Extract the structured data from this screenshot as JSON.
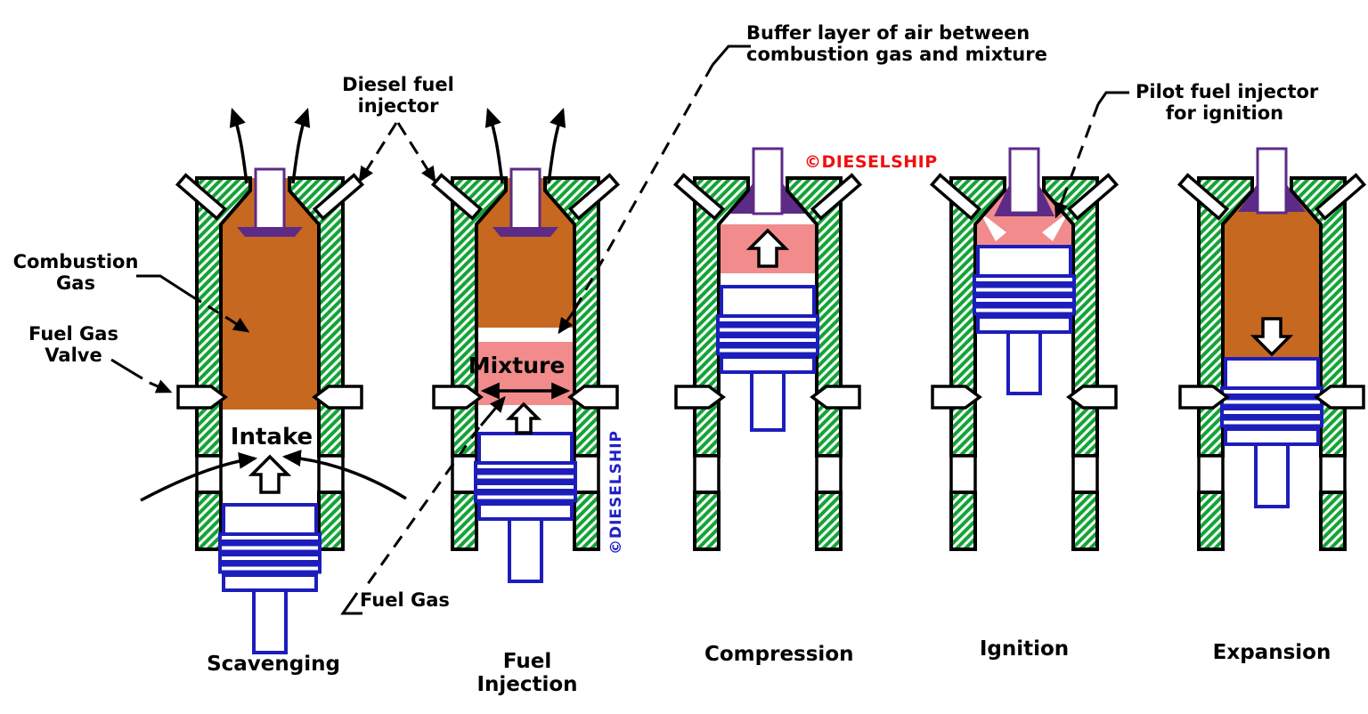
{
  "labels": {
    "diesel_fuel_injector": {
      "line1": "Diesel fuel",
      "line2": "injector"
    },
    "buffer_layer": {
      "line1": "Buffer layer of air between",
      "line2": "combustion gas and mixture"
    },
    "pilot_injector": {
      "line1": "Pilot fuel injector",
      "line2": "for ignition"
    },
    "combustion_gas": {
      "line1": "Combustion",
      "line2": "Gas"
    },
    "fuel_gas_valve": {
      "line1": "Fuel Gas",
      "line2": "Valve"
    },
    "intake": "Intake",
    "mixture": "Mixture",
    "fuel_gas": "Fuel Gas"
  },
  "stages": [
    {
      "id": "scavenging",
      "lines": [
        "Scavenging",
        ""
      ]
    },
    {
      "id": "fuel-injection",
      "lines": [
        "Fuel",
        "Injection"
      ]
    },
    {
      "id": "compression",
      "lines": [
        "Compression",
        ""
      ]
    },
    {
      "id": "ignition",
      "lines": [
        "Ignition",
        ""
      ]
    },
    {
      "id": "expansion",
      "lines": [
        "Expansion",
        ""
      ]
    }
  ],
  "watermarks": {
    "red": "©DIESELSHIP",
    "blue": "©DIESELSHIP"
  },
  "colors": {
    "combustion_gas_orange": "#C6681F",
    "mixture_pink": "#F28B8B",
    "cylinder_wall_green": "#14A437",
    "valve_purple": "#5D2B87",
    "piston_blue": "#1D1DBC",
    "outline_black": "#000000",
    "watermark_red": "#F01010",
    "watermark_blue": "#2020C8",
    "background": "#FFFFFF"
  }
}
